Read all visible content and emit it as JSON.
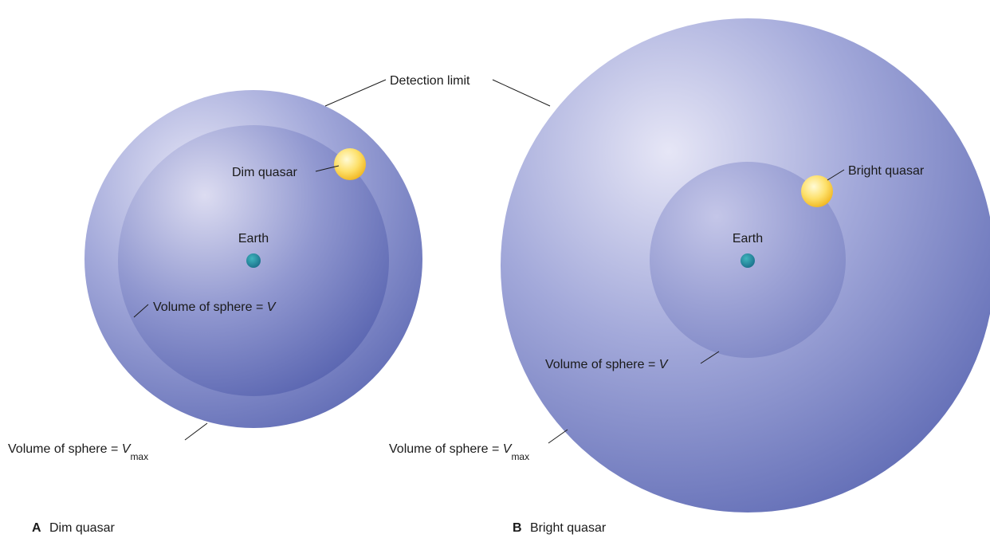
{
  "shared": {
    "detection_limit_label": "Detection limit"
  },
  "panel_a": {
    "letter": "A",
    "caption": "Dim quasar",
    "quasar_label": "Dim quasar",
    "earth_label": "Earth",
    "volume_v_prefix": "Volume of sphere = ",
    "volume_v_var": "V",
    "volume_vmax_prefix": "Volume of sphere = ",
    "volume_vmax_var": "V",
    "volume_vmax_sub": "max"
  },
  "panel_b": {
    "letter": "B",
    "caption": "Bright quasar",
    "quasar_label": "Bright quasar",
    "earth_label": "Earth",
    "volume_v_prefix": "Volume of sphere = ",
    "volume_v_var": "V",
    "volume_vmax_prefix": "Volume of sphere = ",
    "volume_vmax_var": "V",
    "volume_vmax_sub": "max"
  },
  "colors": {
    "sphere_light": "#dcdcf2",
    "sphere_mid": "#9ba2d6",
    "sphere_dark": "#5a66b0",
    "inner_dark": "#6470b8",
    "earth": "#1f8c9a",
    "quasar_light": "#fff7c2",
    "quasar_dark": "#f2b81e"
  }
}
